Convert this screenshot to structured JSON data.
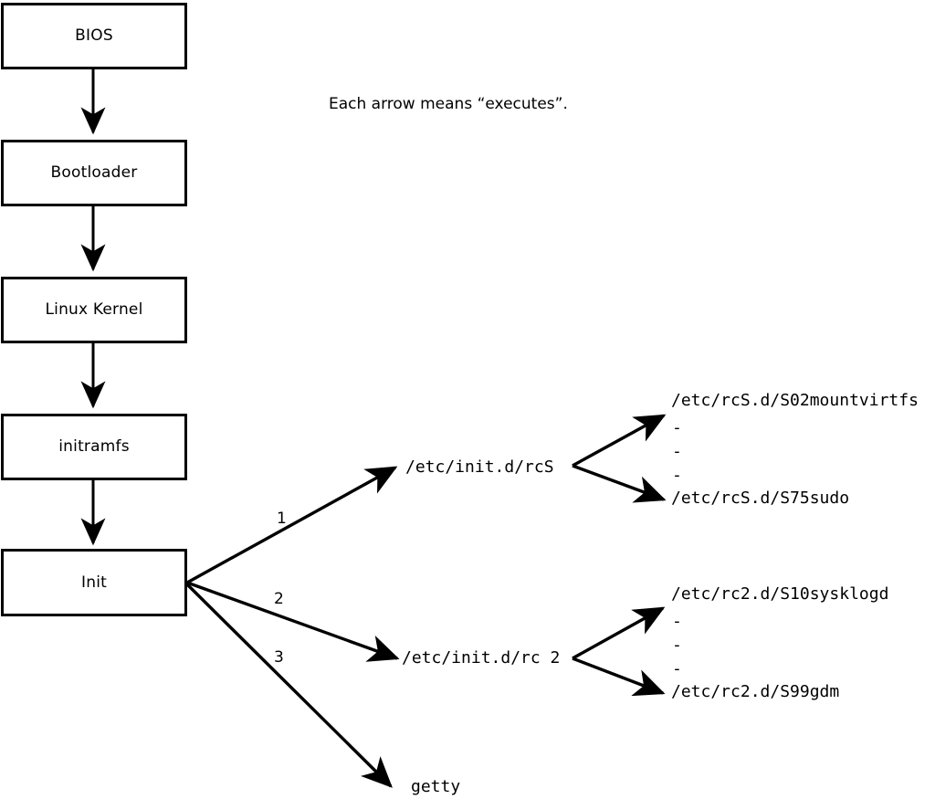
{
  "diagram": {
    "title_note": "Each arrow means “executes”.",
    "boot_chain": [
      {
        "id": "bios",
        "label": "BIOS"
      },
      {
        "id": "bootloader",
        "label": "Bootloader"
      },
      {
        "id": "kernel",
        "label": "Linux Kernel"
      },
      {
        "id": "initramfs",
        "label": "initramfs"
      },
      {
        "id": "init",
        "label": "Init"
      }
    ],
    "init_branches": [
      {
        "number": "1",
        "target": "/etc/init.d/rcS"
      },
      {
        "number": "2",
        "target": "/etc/init.d/rc 2"
      },
      {
        "number": "3",
        "target": "getty"
      }
    ],
    "rcs_scripts": {
      "first": "/etc/rcS.d/S02mountvirtfs",
      "ellipsis": [
        "-",
        "-",
        "-"
      ],
      "last": "/etc/rcS.d/S75sudo"
    },
    "rc2_scripts": {
      "first": "/etc/rc2.d/S10sysklogd",
      "ellipsis": [
        "-",
        "-",
        "-"
      ],
      "last": "/etc/rc2.d/S99gdm"
    },
    "colors": {
      "stroke": "#000000",
      "fill": "#ffffff",
      "background": "#ffffff"
    }
  }
}
